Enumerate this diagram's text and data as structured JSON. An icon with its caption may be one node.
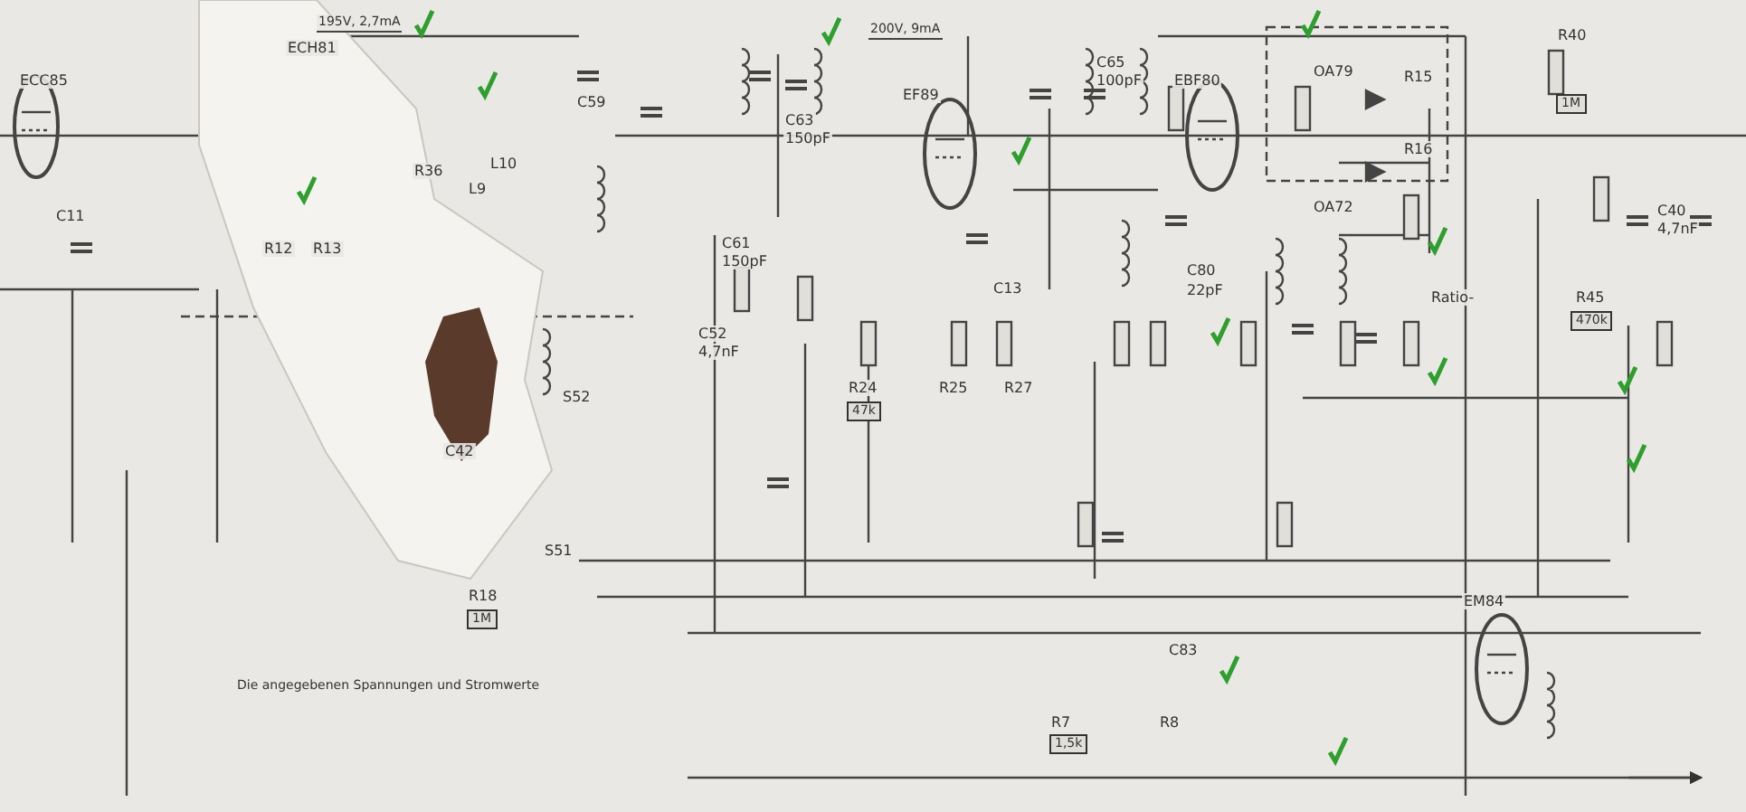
{
  "diagram": {
    "labels": [
      "ECC85",
      "ECH81",
      "EF89",
      "EBF80",
      "195V, 2,7mA",
      "200V, 9mA",
      "R12",
      "R13",
      "C11",
      "C59",
      "R36",
      "L9",
      "L10",
      "R18",
      "1M",
      "C42",
      "R24",
      "47k",
      "R25",
      "R27",
      "C52",
      "4,7nF",
      "C65",
      "100pF",
      "C63",
      "150pF",
      "C61",
      "150pF",
      "C13",
      "OA79",
      "OA72",
      "R15",
      "R16",
      "C80",
      "22pF",
      "C40",
      "4,7nF",
      "R40",
      "1M",
      "R45",
      "470k",
      "Ratio-",
      "C83",
      "EM84",
      "R7",
      "1,5k",
      "R8",
      "S51",
      "S52",
      "Die angegebenen Spannungen und Stromwerte"
    ]
  }
}
